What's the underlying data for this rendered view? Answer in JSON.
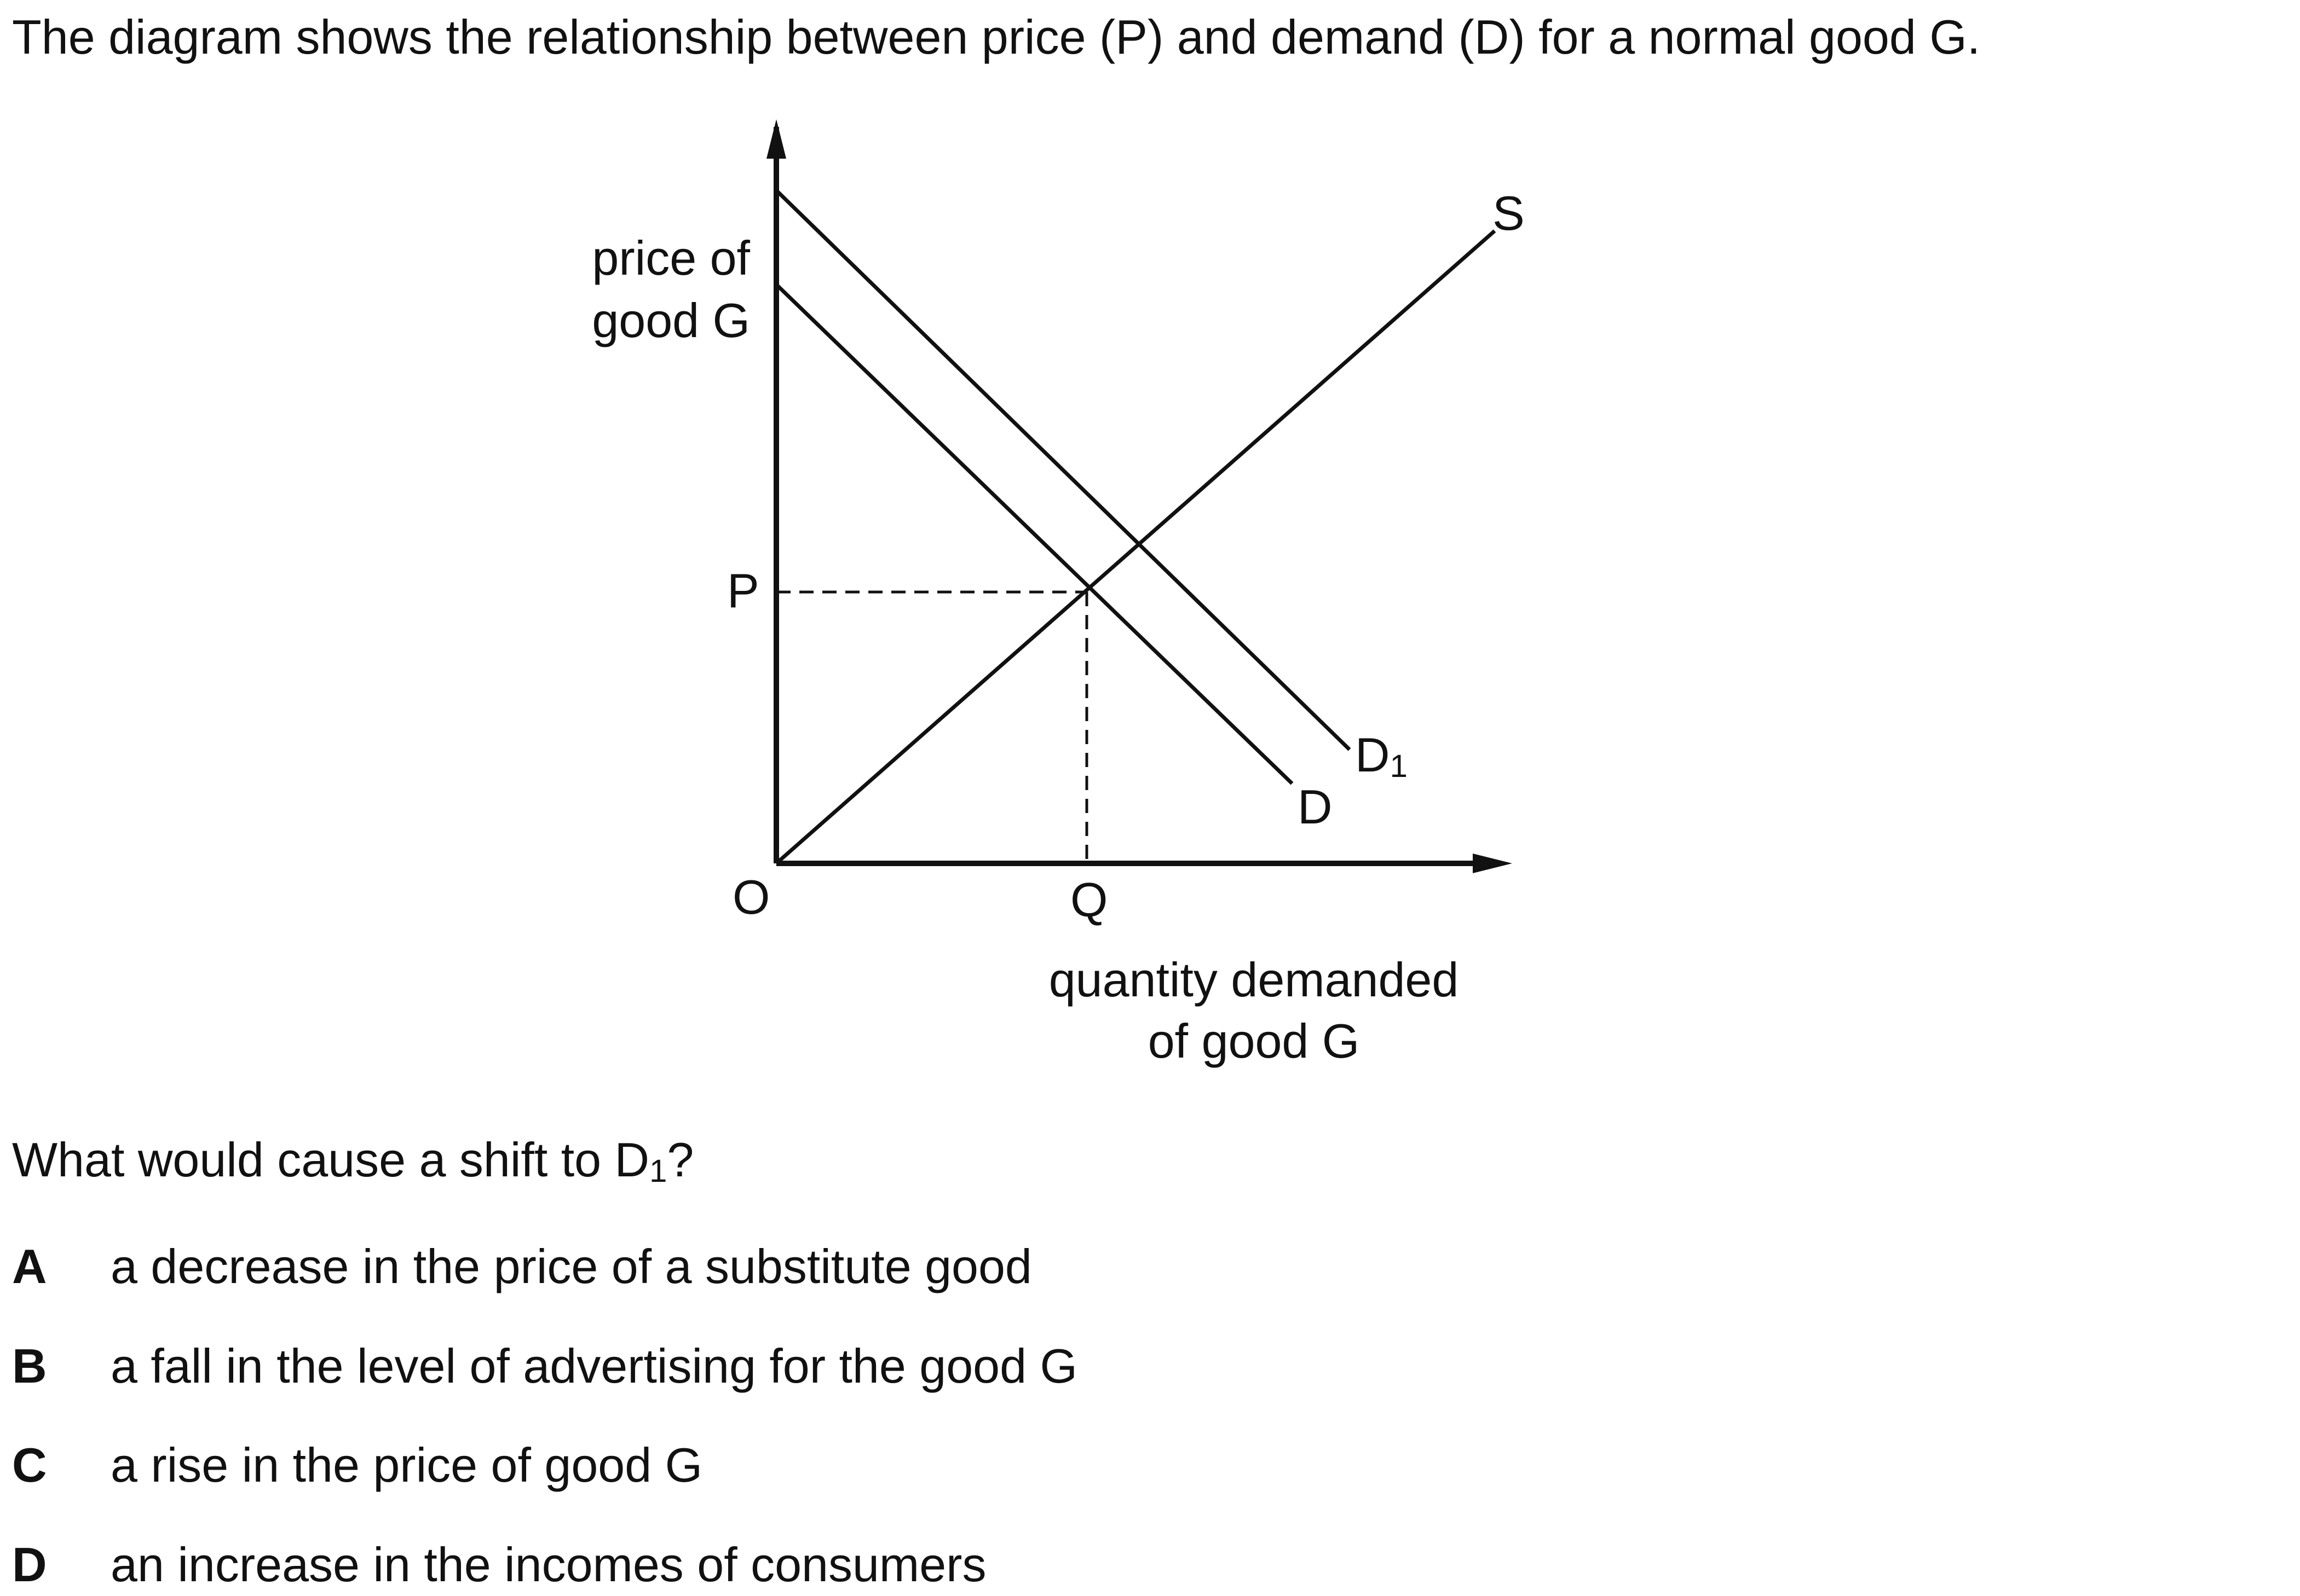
{
  "intro": "The diagram shows the relationship between price (P) and demand (D) for a normal good G.",
  "diagram": {
    "y_axis_label_lines": [
      "price of",
      "good G"
    ],
    "x_axis_label_lines": [
      "quantity demanded",
      "of good G"
    ],
    "origin_label": "O",
    "price_label": "P",
    "quantity_label": "Q",
    "supply_label": "S",
    "demand_label": "D",
    "shifted_demand_label": "D",
    "shifted_demand_subscript": "1"
  },
  "question": {
    "text": "What would cause a shift to D",
    "subscript": "1",
    "suffix": "?"
  },
  "options": [
    {
      "letter": "A",
      "text": "a decrease in the price of a substitute good"
    },
    {
      "letter": "B",
      "text": "a fall in the level of advertising for the good G"
    },
    {
      "letter": "C",
      "text": "a rise in the price of good G"
    },
    {
      "letter": "D",
      "text": "an increase in the incomes of consumers"
    }
  ]
}
